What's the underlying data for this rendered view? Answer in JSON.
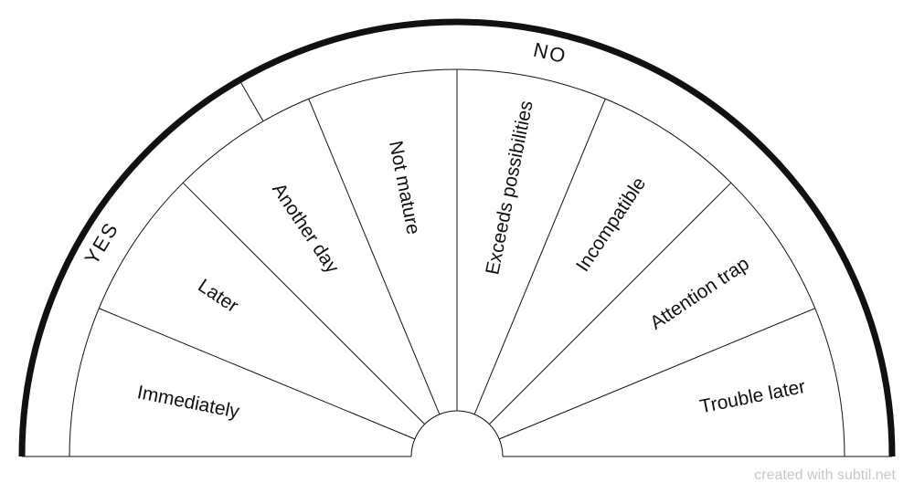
{
  "zones": [
    {
      "key": "yes",
      "label": "YES",
      "from": 0,
      "to": 3
    },
    {
      "key": "no",
      "label": "NO",
      "from": 3,
      "to": 9
    }
  ],
  "segments": [
    {
      "id": "immediately",
      "label": "Immediately"
    },
    {
      "id": "later",
      "label": "Later"
    },
    {
      "id": "another-day",
      "label": "Another day"
    },
    {
      "id": "not-mature",
      "label": "Not mature"
    },
    {
      "id": "exceeds-possibilities",
      "label": "Exceeds possibilities"
    },
    {
      "id": "incompatible",
      "label": "Incompatible"
    },
    {
      "id": "attention-trap",
      "label": "Attention trap"
    },
    {
      "id": "trouble-later",
      "label": "Trouble later"
    }
  ],
  "footer": "created with subtil.net",
  "colors": {
    "stroke": "#111111",
    "background": "#ffffff",
    "footer": "#c8c8c8"
  }
}
